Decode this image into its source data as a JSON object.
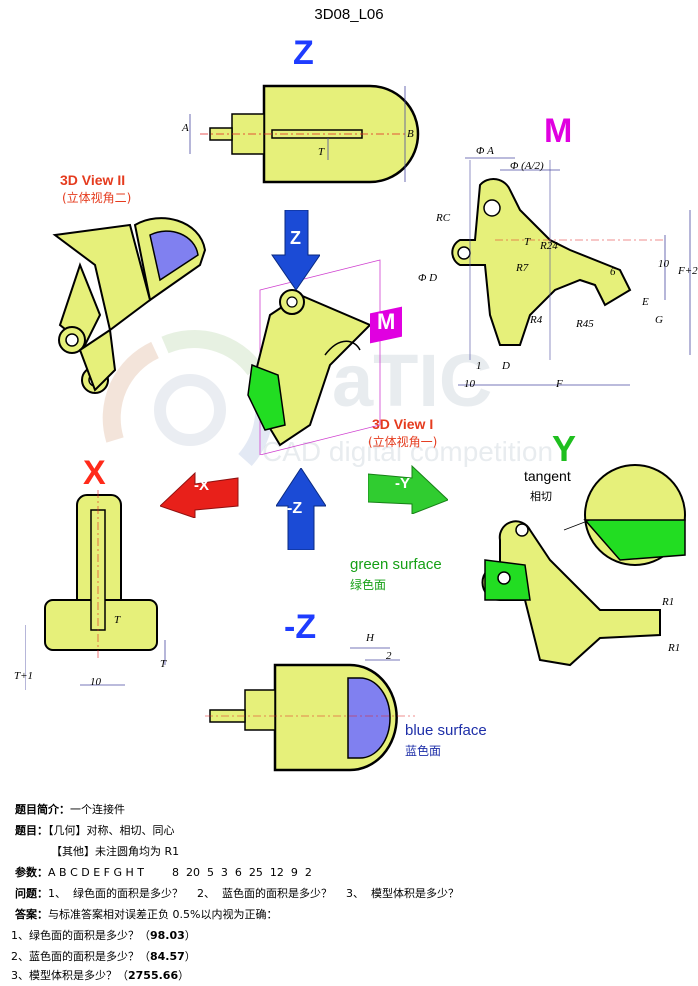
{
  "title": "3D08_L06",
  "view_labels": {
    "z": "Z",
    "m": "M",
    "x": "X",
    "y": "Y",
    "neg_z": "-Z",
    "view2": "3D View II",
    "view2_sub": "(立体视角二)",
    "view1": "3D View I",
    "view1_sub": "(立体视角一)"
  },
  "arrows": {
    "z": "Z",
    "neg_z": "-Z",
    "x": "-X",
    "y": "-Y",
    "m": "M"
  },
  "watermark": {
    "brand": "aTIC",
    "sub": "CAD digital competition"
  },
  "dims": {
    "z_view": {
      "A": "A",
      "B": "B",
      "T": "T"
    },
    "m_view": {
      "phiA": "Φ A",
      "phiA2": "Φ (A/2)",
      "RC": "RC",
      "T": "T",
      "R24": "R24",
      "R7": "R7",
      "phiD": "Φ D",
      "six": "6",
      "ten": "10",
      "F2": "F+2",
      "E": "E",
      "G": "G",
      "R4": "R4",
      "R45": "R45",
      "one": "1",
      "D": "D",
      "ten_b": "10",
      "F": "F"
    },
    "x_view": {
      "T": "T",
      "T1": "T+1",
      "ten": "10",
      "T2": "T"
    },
    "negz_view": {
      "H": "H",
      "two": "2"
    },
    "y_view": {
      "R1a": "R1",
      "R1b": "R1"
    }
  },
  "callouts": {
    "tangent": "tangent",
    "tangent_sub": "相切",
    "green": "green surface",
    "green_sub": "绿色面",
    "blue": "blue surface",
    "blue_sub": "蓝色面"
  },
  "info": {
    "intro_label": "题目简介：",
    "intro": "一个连接件",
    "topic_label": "题目：",
    "topic1": "【几何】对称、相切、同心",
    "topic2": "【其他】未注圆角均为 R1",
    "params_label": "参数：",
    "params": "A B C D E F G H T        8  20  5  3  6  25  12  9  2",
    "question_label": "问题：",
    "question": "1、  绿色面的面积是多少？    2、  蓝色面的面积是多少？    3、  模型体积是多少？",
    "answer_label": "答案：",
    "answer": "与标准答案相对误差正负 0.5%以内视为正确：",
    "a1_text": "1、绿色面的面积是多少？（",
    "a1_val": "98.03",
    "a2_text": "2、蓝色面的面积是多少？（",
    "a2_val": "84.57",
    "a3_text": "3、模型体积是多少？（",
    "a3_val": "2755.66",
    "close": "）"
  },
  "colors": {
    "part_fill": "#e6f07a",
    "green_surface": "#22dd22",
    "blue_surface": "#8080f0",
    "dim_line": "#4a4aa0",
    "arrow_blue": "#1b4bd6",
    "arrow_red": "#e8201a",
    "arrow_green": "#30cc30"
  }
}
